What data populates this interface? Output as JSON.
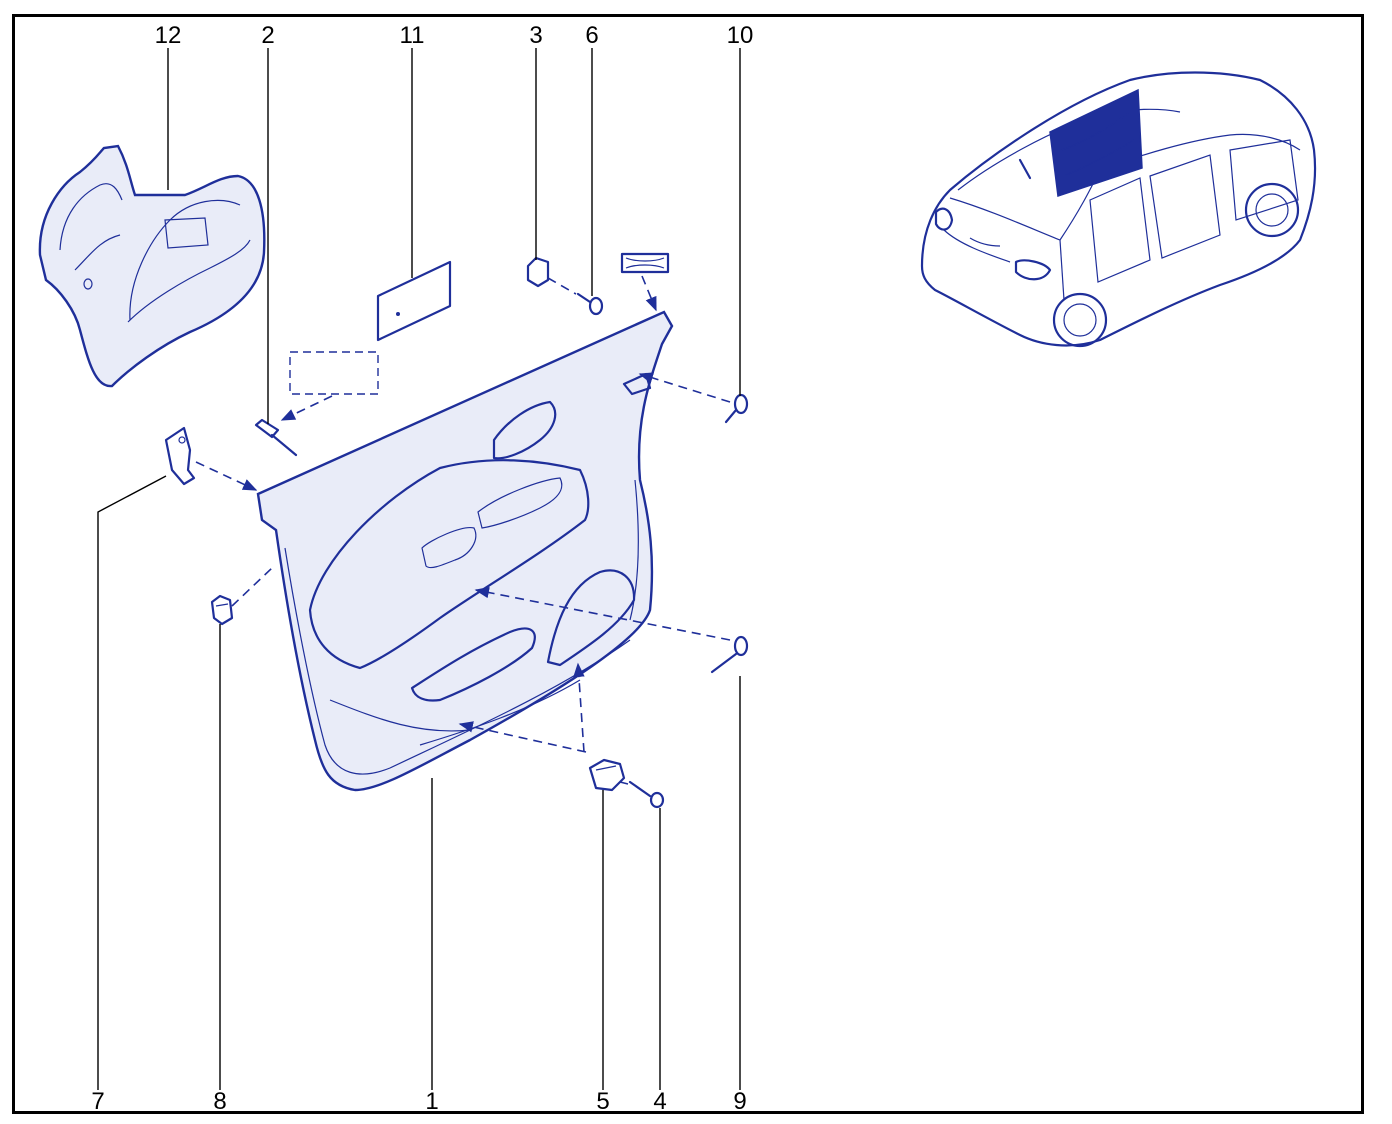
{
  "callouts": {
    "c12": "12",
    "c2": "2",
    "c11": "11",
    "c3": "3",
    "c6": "6",
    "c10": "10",
    "c7": "7",
    "c8": "8",
    "c1": "1",
    "c5": "5",
    "c4": "4",
    "c9": "9"
  },
  "colors": {
    "line": "#1f2f9a",
    "leader": "#000000",
    "panel_fill": "#e9ecf8",
    "highlight": "#1f2f9a"
  }
}
